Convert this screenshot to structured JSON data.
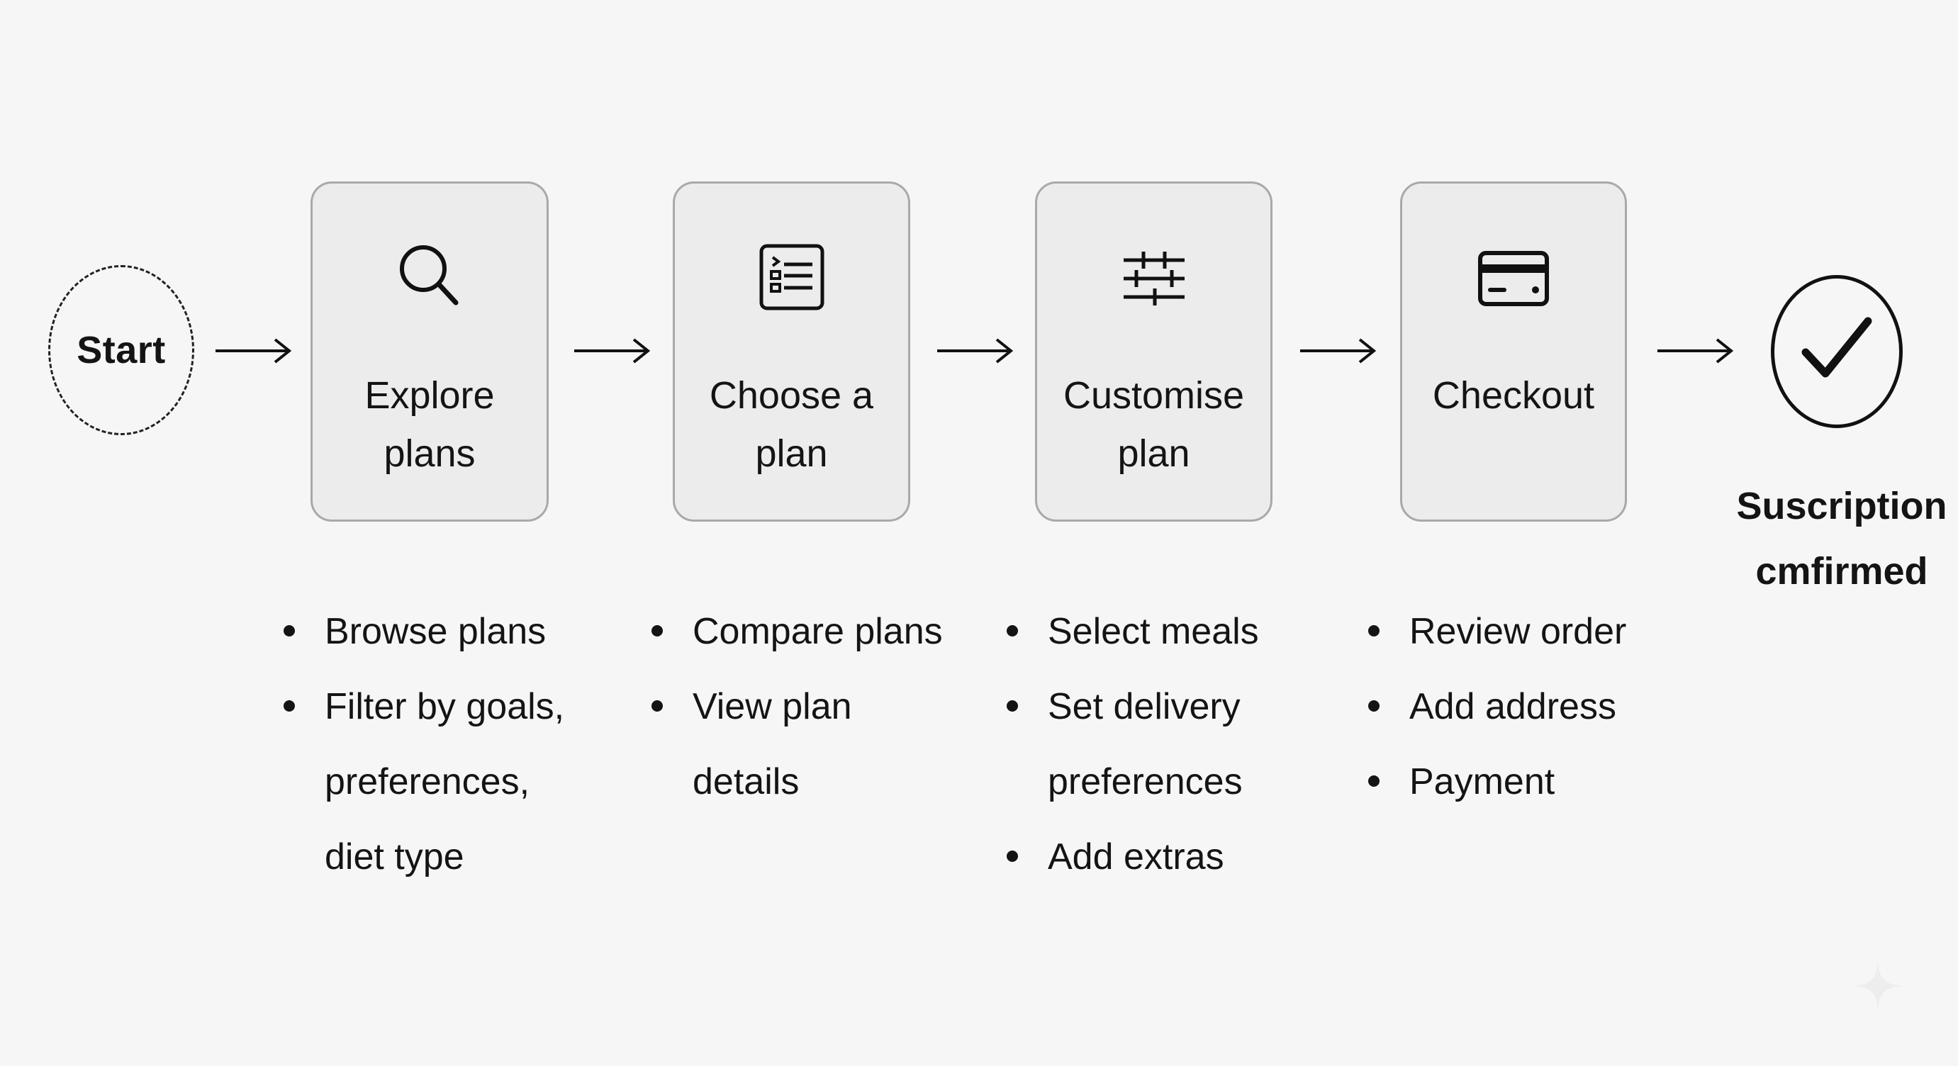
{
  "start": {
    "label": "Start"
  },
  "steps": [
    {
      "title": "Explore\nplans",
      "icon": "search-icon",
      "details": [
        "Browse plans",
        "Filter by goals,\npreferences,\ndiet type"
      ]
    },
    {
      "title": "Choose a\nplan",
      "icon": "plan-list-icon",
      "details": [
        "Compare plans",
        "View plan\ndetails"
      ]
    },
    {
      "title": "Customise\nplan",
      "icon": "sliders-icon",
      "details": [
        "Select meals",
        "Set delivery\npreferences",
        "Add extras"
      ]
    },
    {
      "title": "Checkout",
      "icon": "credit-card-icon",
      "details": [
        "Review order",
        "Add address",
        "Payment"
      ]
    }
  ],
  "end": {
    "label": "Suscription\ncmfirmed",
    "icon": "checkmark-icon"
  },
  "colors": {
    "background": "#f6f6f6",
    "box_fill": "#ececec",
    "box_border": "#a9a9a9",
    "ink": "#141414"
  }
}
